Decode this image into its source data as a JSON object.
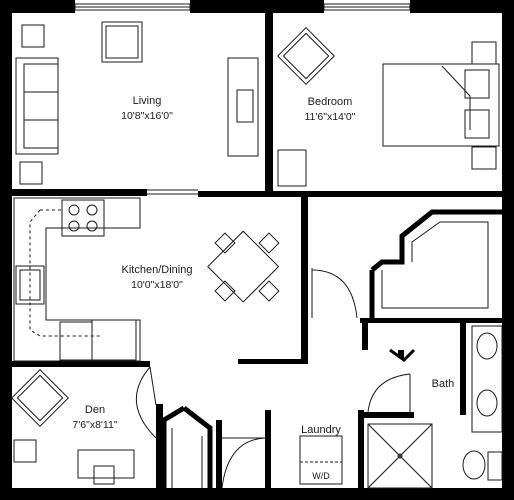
{
  "rooms": {
    "living": {
      "name": "Living",
      "dimensions": "10'8\"x16'0\""
    },
    "bedroom": {
      "name": "Bedroom",
      "dimensions": "11'6\"x14'0\""
    },
    "kitchen_dining": {
      "name": "Kitchen/Dining",
      "dimensions": "10'0\"x18'0\""
    },
    "den": {
      "name": "Den",
      "dimensions": "7'6\"x8'11\""
    },
    "bath": {
      "name": "Bath"
    },
    "laundry": {
      "name": "Laundry",
      "appliance_label": "W/D"
    }
  },
  "colors": {
    "wall": "#000000",
    "line": "#1a1a1a",
    "background": "#ffffff"
  }
}
